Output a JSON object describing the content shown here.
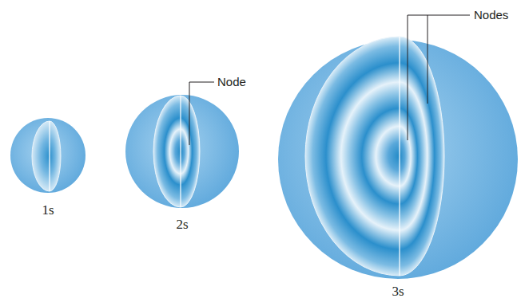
{
  "diagram": {
    "labels": [
      "Nodes",
      "Node",
      "1s",
      "2s",
      "3s"
    ]
  }
}
